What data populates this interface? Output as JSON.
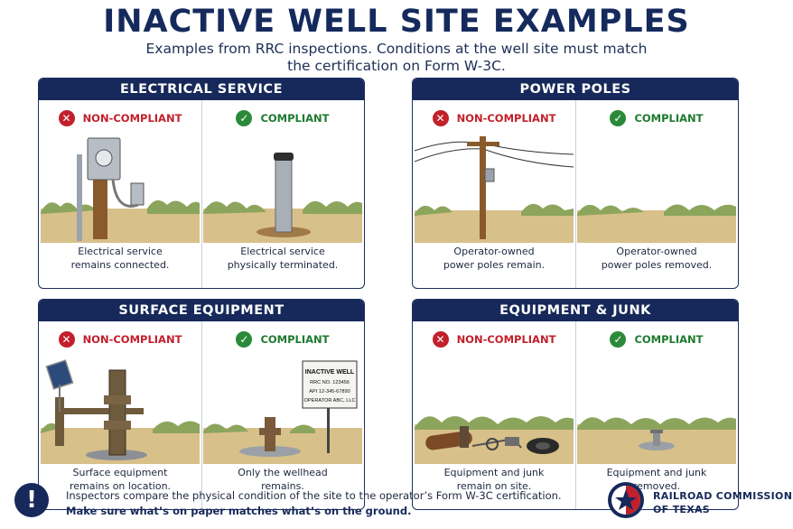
{
  "title": "INACTIVE WELL SITE EXAMPLES",
  "subtitle_line1": "Examples from RRC inspections. Conditions at the well site must match",
  "subtitle_line2": "the certification on Form W-3C.",
  "labels": {
    "non_compliant": "NON-COMPLIANT",
    "compliant": "COMPLIANT",
    "x_glyph": "✕",
    "check_glyph": "✓"
  },
  "panels": [
    {
      "title": "ELECTRICAL SERVICE",
      "left_caption_1": "Electrical service",
      "left_caption_2": "remains connected.",
      "right_caption_1": "Electrical service",
      "right_caption_2": "physically terminated."
    },
    {
      "title": "POWER POLES",
      "left_caption_1": "Operator-owned",
      "left_caption_2": "power poles remain.",
      "right_caption_1": "Operator-owned",
      "right_caption_2": "power poles removed."
    },
    {
      "title": "SURFACE EQUIPMENT",
      "left_caption_1": "Surface equipment",
      "left_caption_2": "remains on location.",
      "right_caption_1": "Only the wellhead",
      "right_caption_2": "remains.",
      "sign": [
        "INACTIVE WELL",
        "RRC NO. 123456",
        "API 12-345-67890",
        "OPERATOR ABC, LLC"
      ]
    },
    {
      "title": "EQUIPMENT & JUNK",
      "left_caption_1": "Equipment and junk",
      "left_caption_2": "remain on site.",
      "right_caption_1": "Equipment and junk",
      "right_caption_2": "removed."
    }
  ],
  "footer": {
    "icon": "!",
    "line1": "Inspectors compare the physical condition of the site to the operator’s Form W-3C certification.",
    "line2": "Make sure what’s on paper matches what’s on the ground."
  },
  "organization": {
    "line1": "RAILROAD COMMISSION",
    "line2": "OF TEXAS"
  },
  "colors": {
    "navy": "#16295a",
    "red": "#c2202b",
    "green": "#2b8a3a",
    "dirt": "#d8c08a",
    "brush": "#8ca55c"
  },
  "icons": [
    "x-circle-icon",
    "check-circle-icon",
    "exclamation-icon",
    "texas-star-logo"
  ]
}
